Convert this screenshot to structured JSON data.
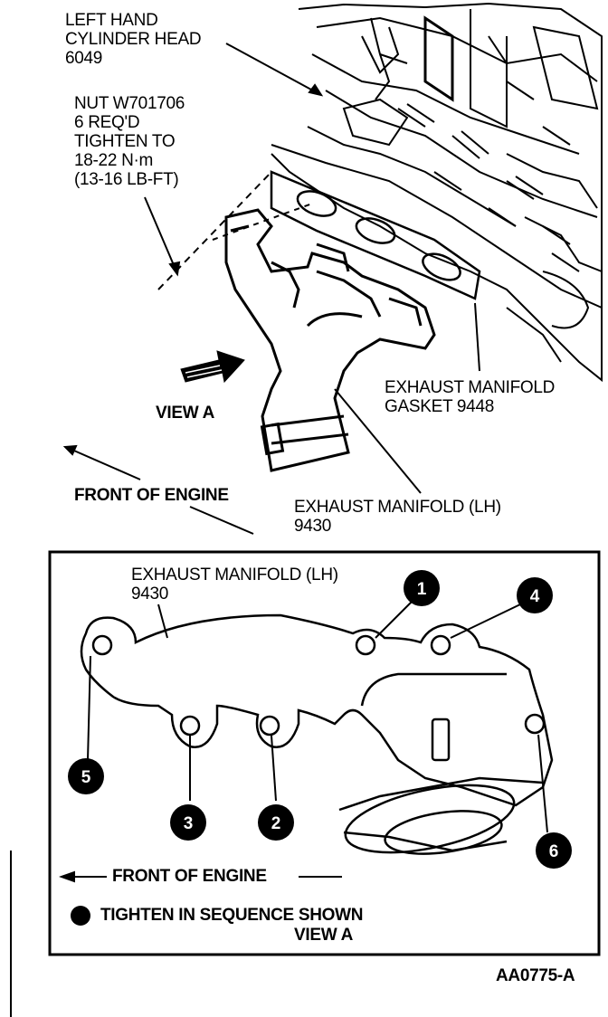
{
  "top_view": {
    "cylinder_head_label": "LEFT HAND\nCYLINDER HEAD\n6049",
    "nut_label": "NUT W701706\n6 REQ'D\nTIGHTEN TO\n18-22 N·m\n(13-16 LB-FT)",
    "gasket_label": "EXHAUST MANIFOLD\nGASKET 9448",
    "view_a_label": "VIEW A",
    "front_label": "FRONT OF ENGINE",
    "manifold_label": "EXHAUST MANIFOLD (LH)\n9430"
  },
  "view_a": {
    "manifold_label": "EXHAUST MANIFOLD (LH)\n9430",
    "front_label": "FRONT OF ENGINE",
    "sequence_note": "TIGHTEN IN SEQUENCE SHOWN",
    "view_label": "VIEW A",
    "sequence": [
      "1",
      "2",
      "3",
      "4",
      "5",
      "6"
    ]
  },
  "figure_id": "AA0775-A"
}
